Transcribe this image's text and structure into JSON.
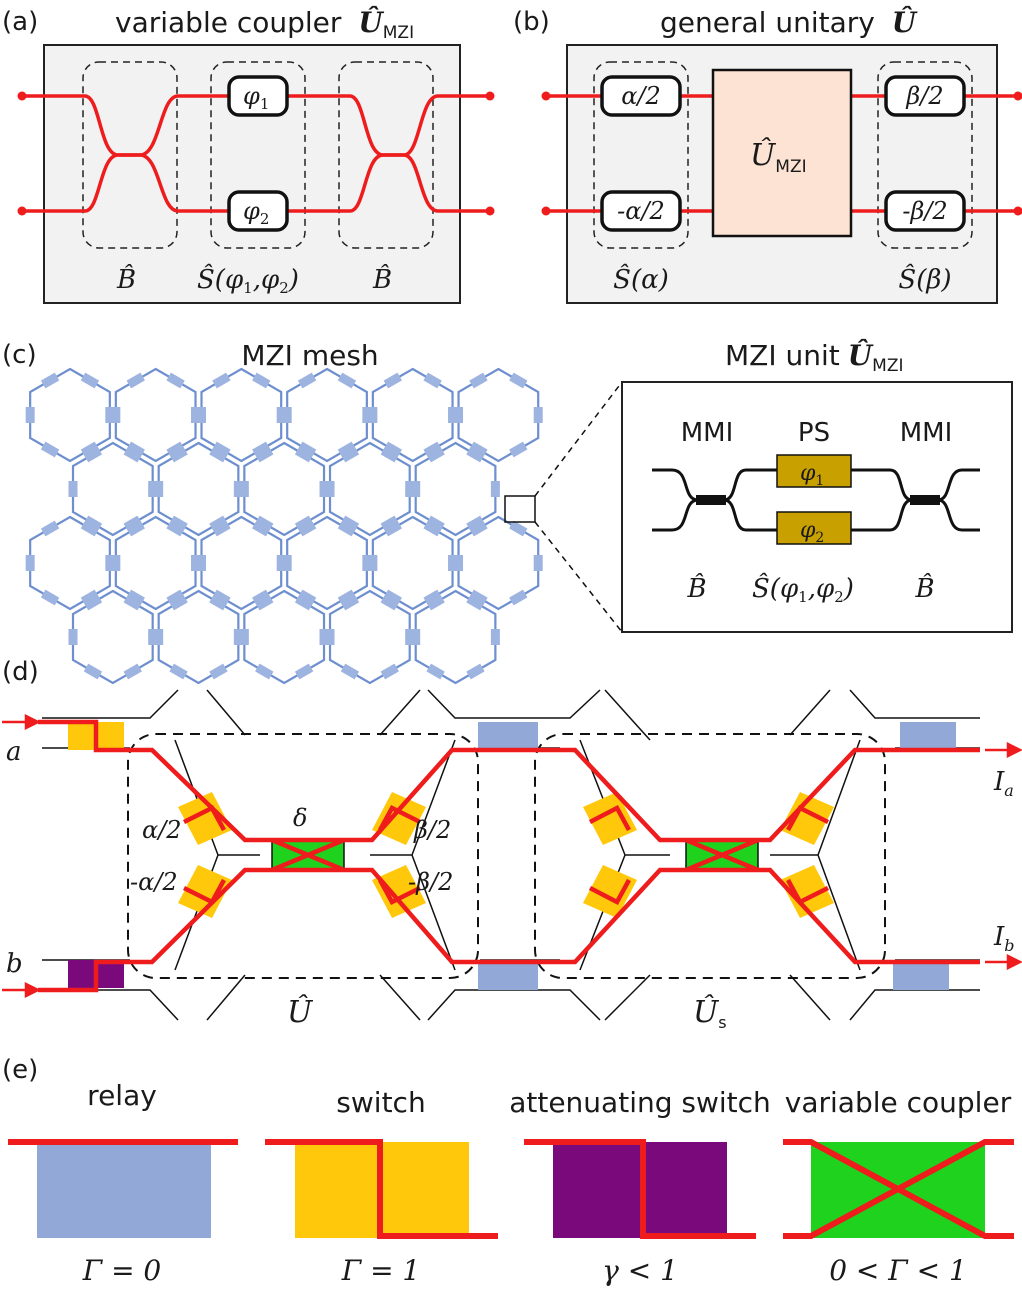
{
  "panels": {
    "a": {
      "label": "(a)",
      "title": "variable coupler",
      "title_sym": "Û",
      "title_sub": "MZI",
      "ps_top": "φ",
      "ps_top_sub": "1",
      "ps_bot": "φ",
      "ps_bot_sub": "2",
      "label_b1": "B̂",
      "label_s": "Ŝ(φ",
      "label_s_sub1": "1",
      "label_s_mid": ",φ",
      "label_s_sub2": "2",
      "label_s_end": ")",
      "label_b2": "B̂"
    },
    "b": {
      "label": "(b)",
      "title": "general unitary",
      "title_sym": "Û",
      "box_top_left": "α/2",
      "box_bot_left": "-α/2",
      "box_top_right": "β/2",
      "box_bot_right": "-β/2",
      "center_sym": "Û",
      "center_sub": "MZI",
      "label_sa": "Ŝ(α)",
      "label_sb": "Ŝ(β)"
    },
    "c": {
      "label": "(c)",
      "mesh_title": "MZI mesh",
      "unit_title": "MZI unit",
      "unit_sym": "Û",
      "unit_sub": "MZI",
      "mmi_left": "MMI",
      "ps": "PS",
      "mmi_right": "MMI",
      "ps_top": "φ",
      "ps_top_sub": "1",
      "ps_bot": "φ",
      "ps_bot_sub": "2",
      "label_b1": "B̂",
      "label_s": "Ŝ(φ",
      "label_s_sub1": "1",
      "label_s_mid": ",φ",
      "label_s_sub2": "2",
      "label_s_end": ")",
      "label_b2": "B̂"
    },
    "d": {
      "label": "(d)",
      "in_a": "a",
      "in_b": "b",
      "alpha_top": "α/2",
      "alpha_bot": "-α/2",
      "delta": "δ",
      "beta_top": "β/2",
      "beta_bot": "-β/2",
      "u_sym": "Û",
      "us_sym": "Û",
      "us_sub": "s",
      "out_a": "I",
      "out_a_sub": "a",
      "out_b": "I",
      "out_b_sub": "b"
    },
    "e": {
      "label": "(e)",
      "items": [
        {
          "title": "relay",
          "caption": "Γ = 0"
        },
        {
          "title": "switch",
          "caption": "Γ = 1"
        },
        {
          "title": "attenuating switch",
          "caption": "γ < 1"
        },
        {
          "title": "variable coupler",
          "caption": "0 < Γ < 1"
        }
      ]
    }
  },
  "colors": {
    "waveguide": "#ee1c1c",
    "box_fill": "#f2f2f2",
    "mzi_fill": "#fde3d3",
    "ps_gold": "#c8a000",
    "relay_blue": "#92a9d8",
    "switch_yellow": "#ffc80a",
    "atten_purple": "#7a0a7c",
    "coupler_green": "#1ed21e",
    "mesh_blue": "#6e8fcf"
  }
}
